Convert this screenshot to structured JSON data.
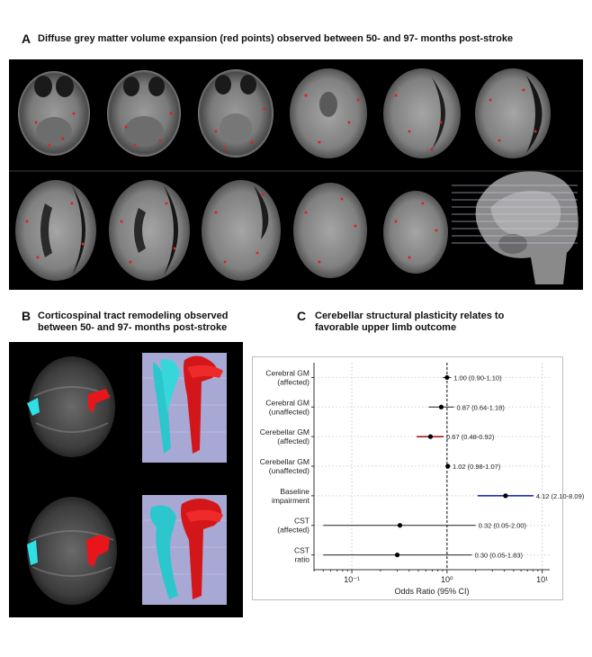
{
  "panel_a": {
    "letter": "A",
    "title": "Diffuse grey matter volume expansion (red points) observed between 50- and 97- months post-stroke"
  },
  "panel_b": {
    "letter": "B",
    "title_line1": "Corticospinal tract remodeling observed",
    "title_line2": "between 50- and 97- months post-stroke"
  },
  "panel_c": {
    "letter": "C",
    "title_line1": "Cerebellar structural plasticity relates to",
    "title_line2": "favorable upper limb outcome"
  },
  "chart_data": {
    "type": "scatter",
    "xlabel": "Odds Ratio (95% CI)",
    "xscale": "log",
    "xlim": [
      0.04,
      12
    ],
    "xticks": [
      "10⁻¹",
      "10⁰",
      "10¹"
    ],
    "reference_line": 1,
    "grid": true,
    "colors": {
      "default": "#222222",
      "highlight_red": "#b01818",
      "highlight_blue": "#1c2fc0"
    },
    "rows": [
      {
        "label1": "Cerebral GM",
        "label2": "(affected)",
        "or": 1.0,
        "lo": 0.9,
        "hi": 1.1,
        "text": "1.00 (0.90-1.10)",
        "color": "#222222"
      },
      {
        "label1": "Cerebral GM",
        "label2": "(unaffected)",
        "or": 0.87,
        "lo": 0.64,
        "hi": 1.18,
        "text": "0.87 (0.64-1.18)",
        "color": "#222222"
      },
      {
        "label1": "Cerebellar GM",
        "label2": "(affected)",
        "or": 0.67,
        "lo": 0.48,
        "hi": 0.92,
        "text": "0.67 (0.48-0.92)",
        "color": "#b01818"
      },
      {
        "label1": "Cerebellar GM",
        "label2": "(unaffected)",
        "or": 1.02,
        "lo": 0.98,
        "hi": 1.07,
        "text": "1.02 (0.98-1.07)",
        "color": "#222222"
      },
      {
        "label1": "Baseline",
        "label2": "impairment",
        "or": 4.12,
        "lo": 2.1,
        "hi": 8.09,
        "text": "4.12 (2.10-8.09)",
        "color": "#1c2fc0"
      },
      {
        "label1": "CST",
        "label2": "(affected)",
        "or": 0.32,
        "lo": 0.05,
        "hi": 2.0,
        "text": "0.32 (0.05-2.00)",
        "color": "#222222"
      },
      {
        "label1": "CST",
        "label2": "ratio",
        "or": 0.3,
        "lo": 0.05,
        "hi": 1.83,
        "text": "0.30 (0.05-1.83)",
        "color": "#222222"
      }
    ]
  }
}
